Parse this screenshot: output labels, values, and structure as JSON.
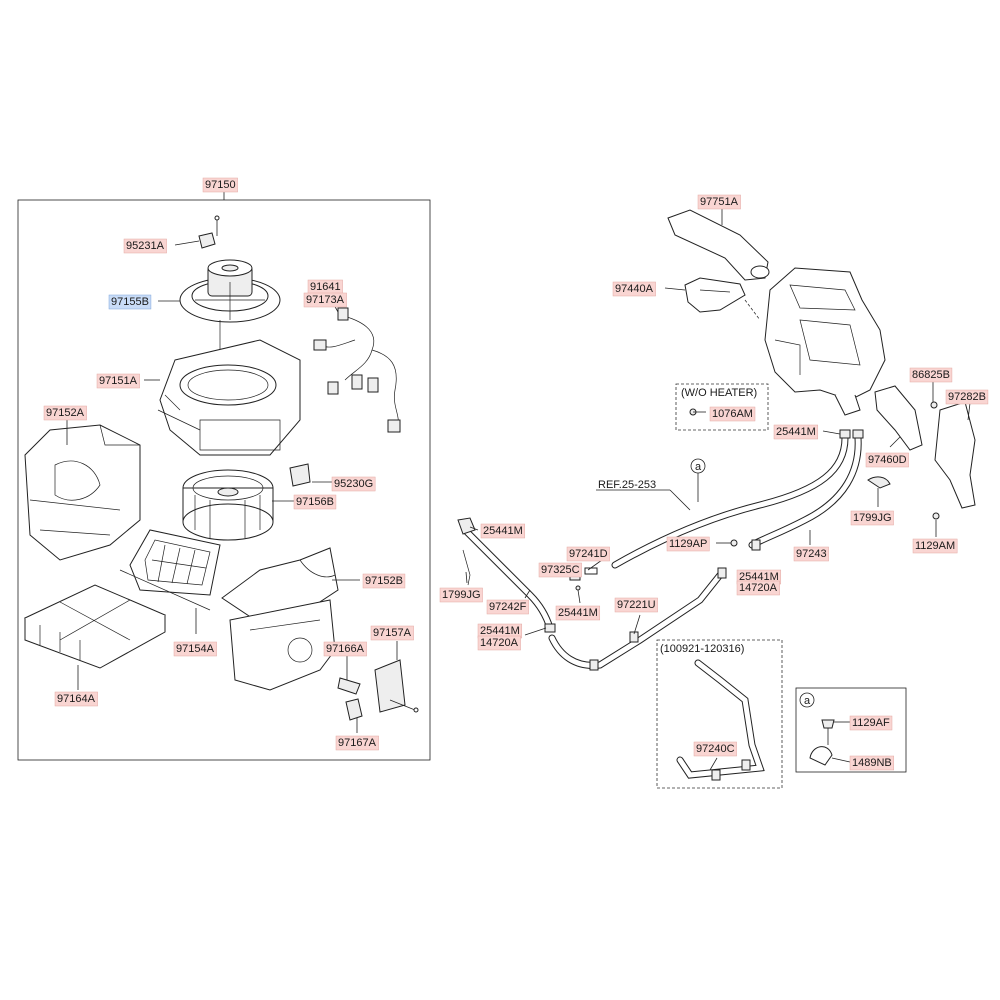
{
  "colors": {
    "label_bg": "#f9d5d2",
    "label_selected_bg": "#c9dcf7",
    "line": "#222222"
  },
  "labels": [
    {
      "id": "97150",
      "text": "97150"
    },
    {
      "id": "95231A",
      "text": "95231A"
    },
    {
      "id": "97155B",
      "text": "97155B",
      "selected": true
    },
    {
      "id": "91641",
      "text": "91641"
    },
    {
      "id": "97173A",
      "text": "97173A"
    },
    {
      "id": "97151A",
      "text": "97151A"
    },
    {
      "id": "97152A",
      "text": "97152A"
    },
    {
      "id": "95230G",
      "text": "95230G"
    },
    {
      "id": "97156B",
      "text": "97156B"
    },
    {
      "id": "97152B",
      "text": "97152B"
    },
    {
      "id": "97157A",
      "text": "97157A"
    },
    {
      "id": "97166A",
      "text": "97166A"
    },
    {
      "id": "97154A",
      "text": "97154A"
    },
    {
      "id": "97164A",
      "text": "97164A"
    },
    {
      "id": "97167A",
      "text": "97167A"
    },
    {
      "id": "97751A",
      "text": "97751A"
    },
    {
      "id": "97440A",
      "text": "97440A"
    },
    {
      "id": "1076AM",
      "text": "1076AM"
    },
    {
      "id": "86825B",
      "text": "86825B"
    },
    {
      "id": "97282B",
      "text": "97282B"
    },
    {
      "id": "25441M_a",
      "text": "25441M"
    },
    {
      "id": "97460D",
      "text": "97460D"
    },
    {
      "id": "1799JG_a",
      "text": "1799JG"
    },
    {
      "id": "1129AM",
      "text": "1129AM"
    },
    {
      "id": "25441M_b",
      "text": "25441M"
    },
    {
      "id": "97241D",
      "text": "97241D"
    },
    {
      "id": "1129AP",
      "text": "1129AP"
    },
    {
      "id": "97243",
      "text": "97243"
    },
    {
      "id": "97325C",
      "text": "97325C"
    },
    {
      "id": "25441M_c",
      "text": "25441M"
    },
    {
      "id": "14720A_c",
      "text": "14720A"
    },
    {
      "id": "1799JG_b",
      "text": "1799JG"
    },
    {
      "id": "97242F",
      "text": "97242F"
    },
    {
      "id": "25441M_d",
      "text": "25441M"
    },
    {
      "id": "97221U",
      "text": "97221U"
    },
    {
      "id": "25441M_e",
      "text": "25441M"
    },
    {
      "id": "14720A_e",
      "text": "14720A"
    },
    {
      "id": "97240C",
      "text": "97240C"
    },
    {
      "id": "1129AF",
      "text": "1129AF"
    },
    {
      "id": "1489NB",
      "text": "1489NB"
    }
  ],
  "annotations": {
    "wo_heater": "(W/O HEATER)",
    "ref": "REF.25-253",
    "date_range": "(100921-120316)",
    "callout": "a"
  }
}
